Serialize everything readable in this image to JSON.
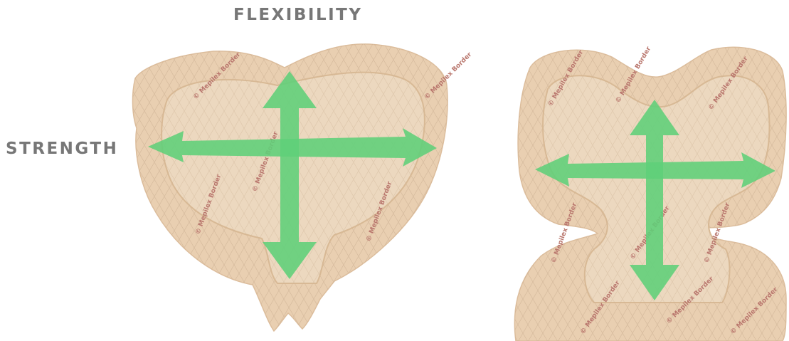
{
  "labels": {
    "flexibility": "FLEXIBILITY",
    "strength": "STRENGTH"
  },
  "dressing_brand_text": "Mepilex Border",
  "colors": {
    "label_text": "#777777",
    "dressing_fill": "#e9cfb1",
    "dressing_pad": "#ecd8bf",
    "arrow": "#5fcf79",
    "brand_text": "#b9766d",
    "background": "#ffffff"
  },
  "items": [
    {
      "name": "heel-dressing",
      "arrows": [
        "vertical",
        "horizontal"
      ]
    },
    {
      "name": "sacrum-dressing",
      "arrows": [
        "vertical",
        "horizontal"
      ]
    }
  ]
}
